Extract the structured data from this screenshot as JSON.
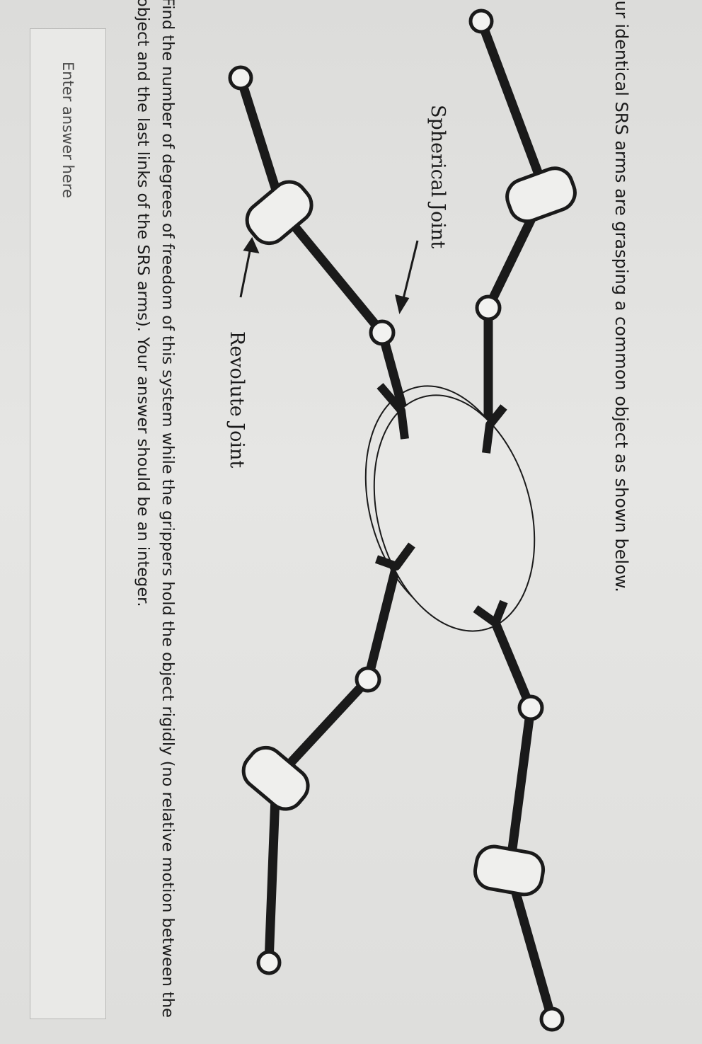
{
  "problem": {
    "intro": "our identical SRS arms are grasping a common object as shown below.",
    "question": "Find the number of degrees of freedom of this system while the grippers hold the object rigidly (no relative motion between the object and the last links of the SRS arms). Your answer should be an integer."
  },
  "figure": {
    "spherical_label": "Spherical Joint",
    "revolute_label": "Revolute Joint"
  },
  "answer": {
    "placeholder": "Enter answer here",
    "value": ""
  }
}
